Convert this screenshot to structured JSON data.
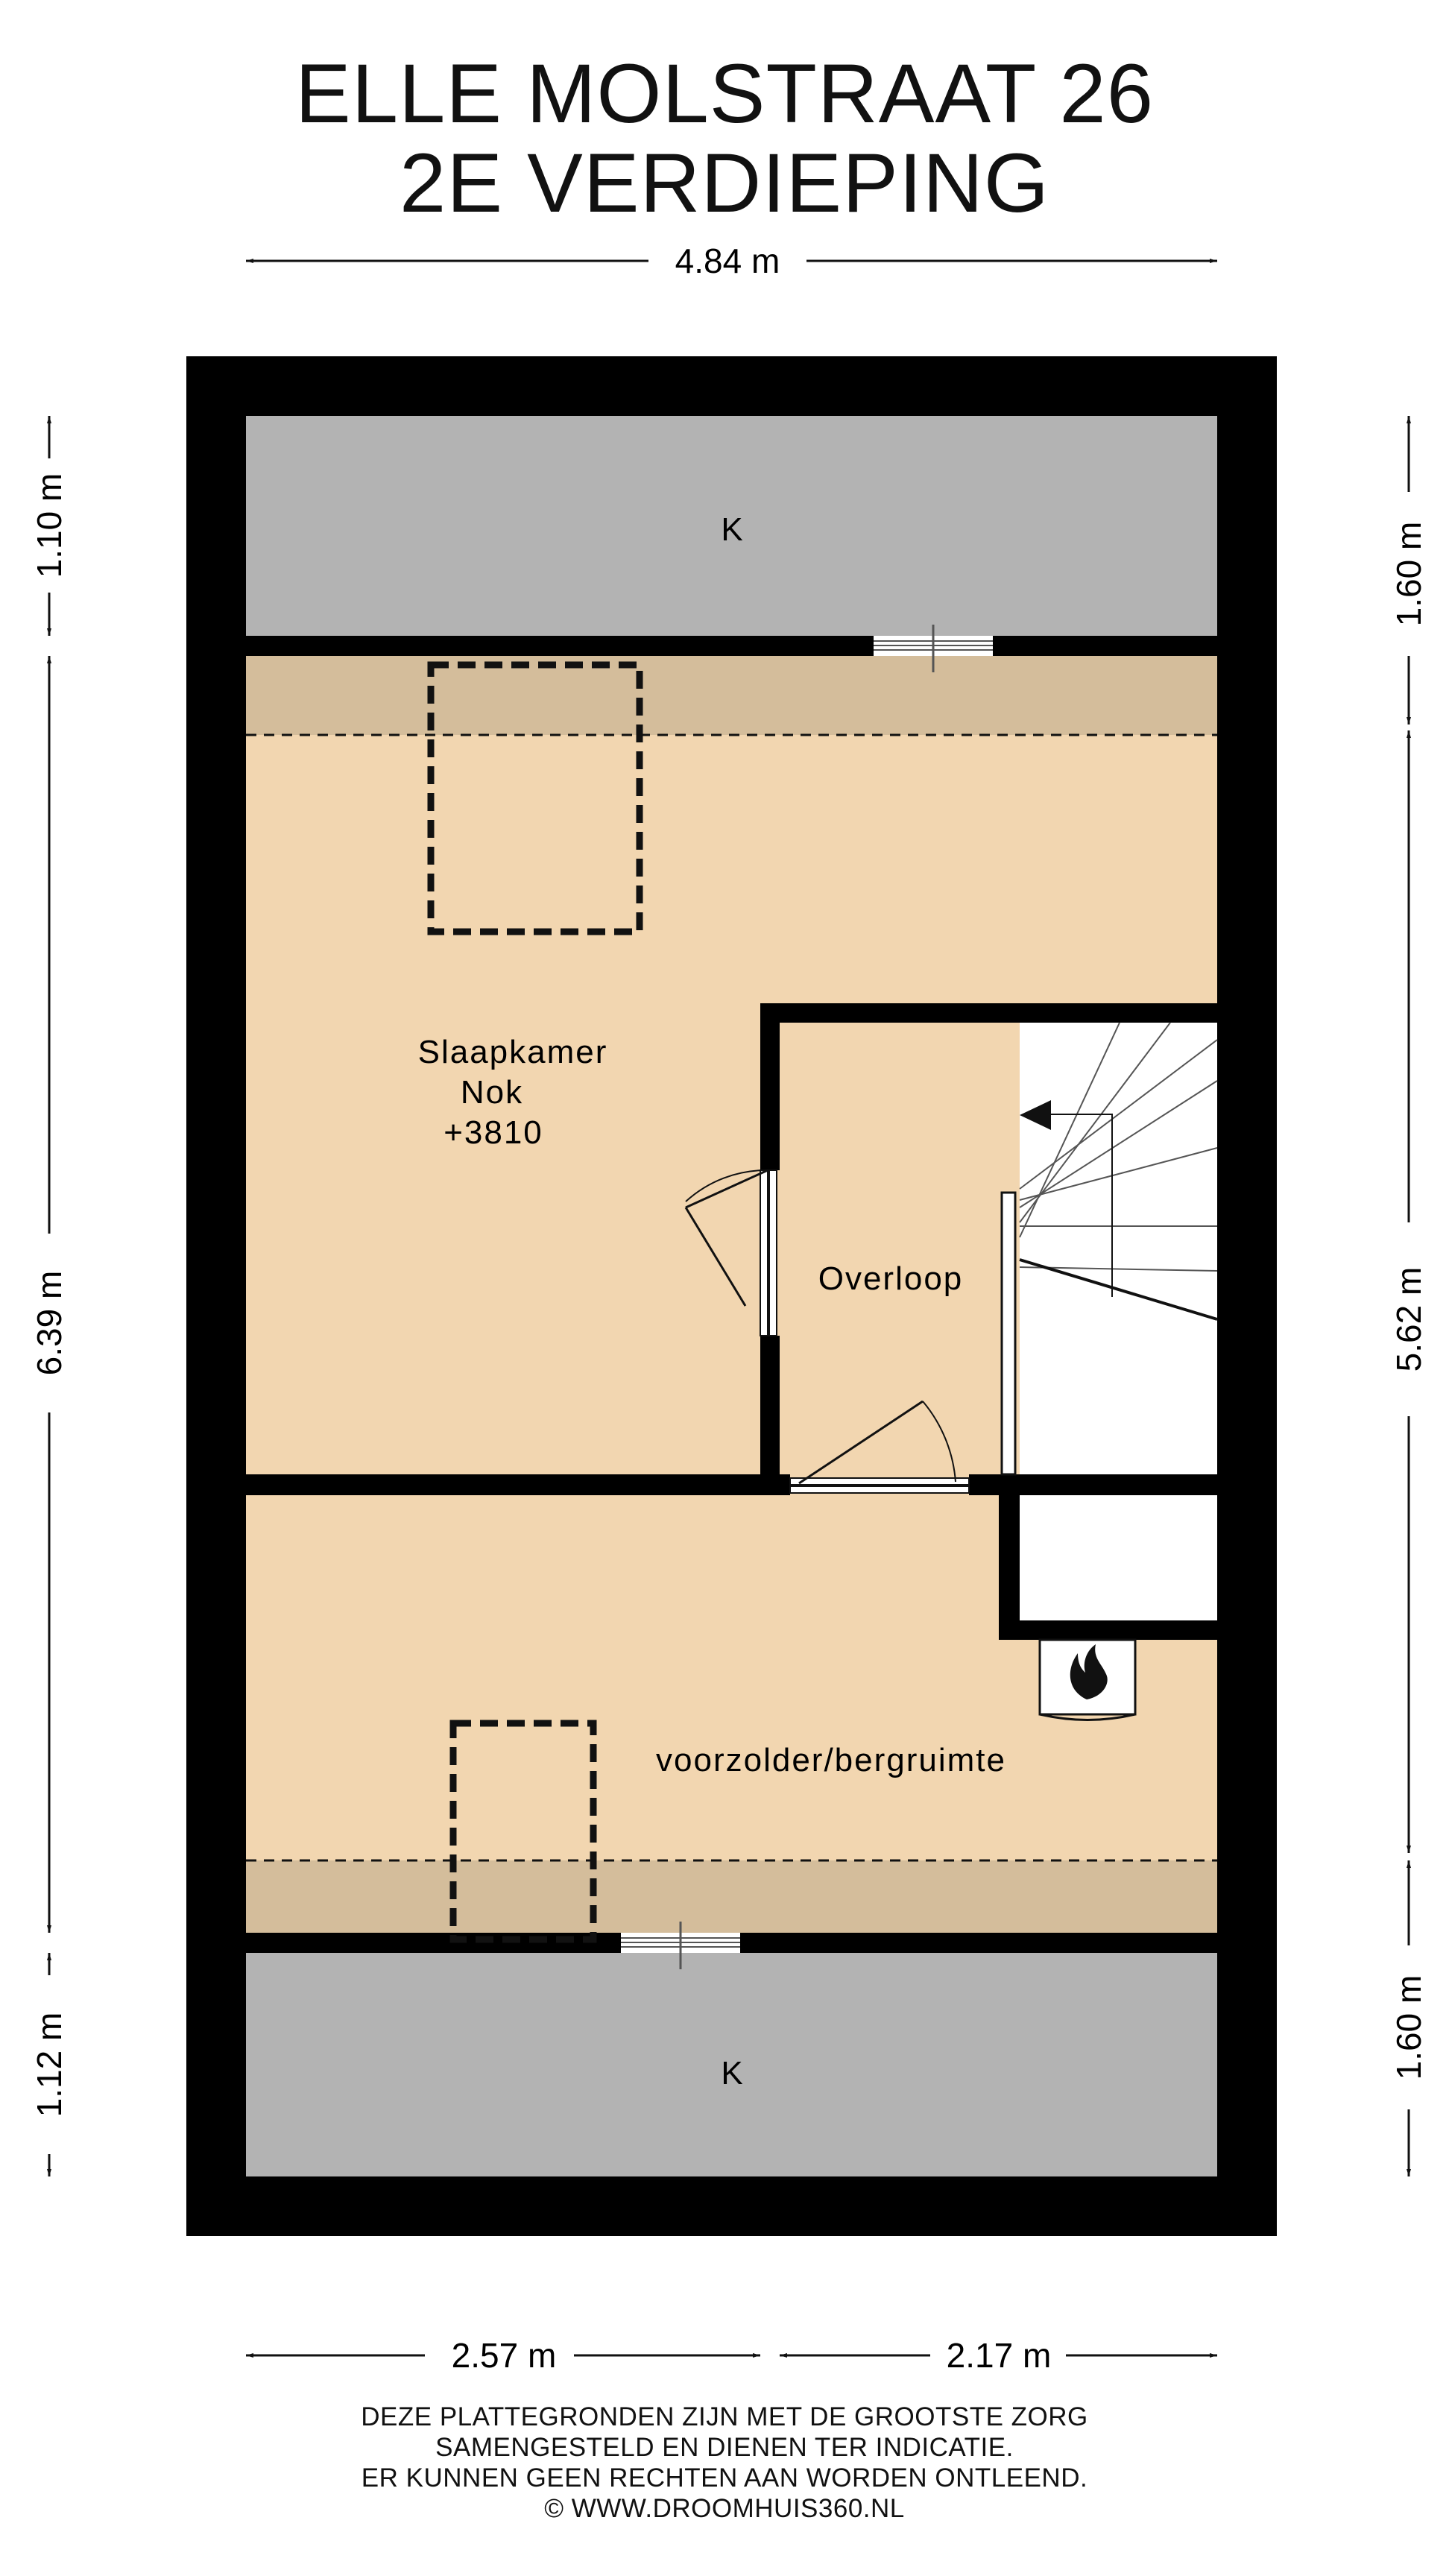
{
  "title": {
    "address": "ELLE MOLSTRAAT 26",
    "floor": "2E VERDIEPING"
  },
  "dimensions": {
    "top_width": "4.84 m",
    "left_top": "1.10 m",
    "left_middle": "6.39 m",
    "left_bottom": "1.12 m",
    "right_top": "1.60 m",
    "right_middle": "5.62 m",
    "right_bottom": "1.60 m",
    "bottom_left": "2.57 m",
    "bottom_right": "2.17 m"
  },
  "rooms": {
    "knee_wall_top": "K",
    "bedroom_name": "Slaapkamer",
    "bedroom_ridge": "Nok",
    "bedroom_height": "+3810",
    "landing": "Overloop",
    "storage": "voorzolder/bergruimte",
    "knee_wall_bottom": "K"
  },
  "disclaimer": [
    "DEZE PLATTEGRONDEN ZIJN MET DE GROOTSTE ZORG",
    "SAMENGESTELD EN DIENEN TER INDICATIE.",
    "ER KUNNEN GEEN RECHTEN AAN WORDEN ONTLEEND.",
    "© WWW.DROOMHUIS360.NL"
  ],
  "colors": {
    "room_fill": "#f2d6b0",
    "low_ceiling_fill": "#d4bd9b",
    "knee_wall_fill": "#b3b3b3",
    "wall": "#000000",
    "stair_fill": "#ffffff"
  },
  "icons": [
    "fireplace-icon",
    "skylight-dashed-outline",
    "window-symbol",
    "door-swing",
    "stair-arrow"
  ]
}
